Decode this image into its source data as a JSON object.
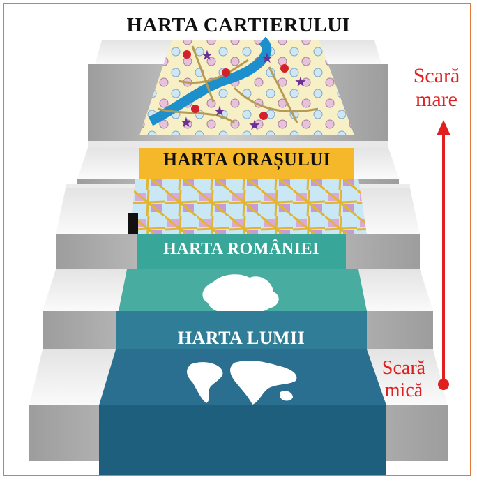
{
  "title": "HARTA CARTIERULUI",
  "steps": [
    {
      "label": "HARTA ORAȘULUI",
      "color": "#f4b82a",
      "text_color": "#111111"
    },
    {
      "label": "HARTA ROMÂNIEI",
      "color": "#39a69a",
      "text_color": "#ffffff"
    },
    {
      "label": "HARTA LUMII",
      "color": "#2f7d96",
      "text_color": "#ffffff"
    }
  ],
  "scale": {
    "large": {
      "line1": "Scară",
      "line2": "mare"
    },
    "small": {
      "line1": "Scară",
      "line2": "mică"
    },
    "color": "#e02020"
  },
  "icons": [
    "neighborhood-map-icon",
    "city-map-icon",
    "romania-silhouette-icon",
    "world-map-icon"
  ],
  "colors": {
    "frame": "#e07a3c",
    "stair_top": "#f1f1f1",
    "stair_front": "#b5b5b5",
    "carpet_bottom": "#1e5f7d"
  }
}
